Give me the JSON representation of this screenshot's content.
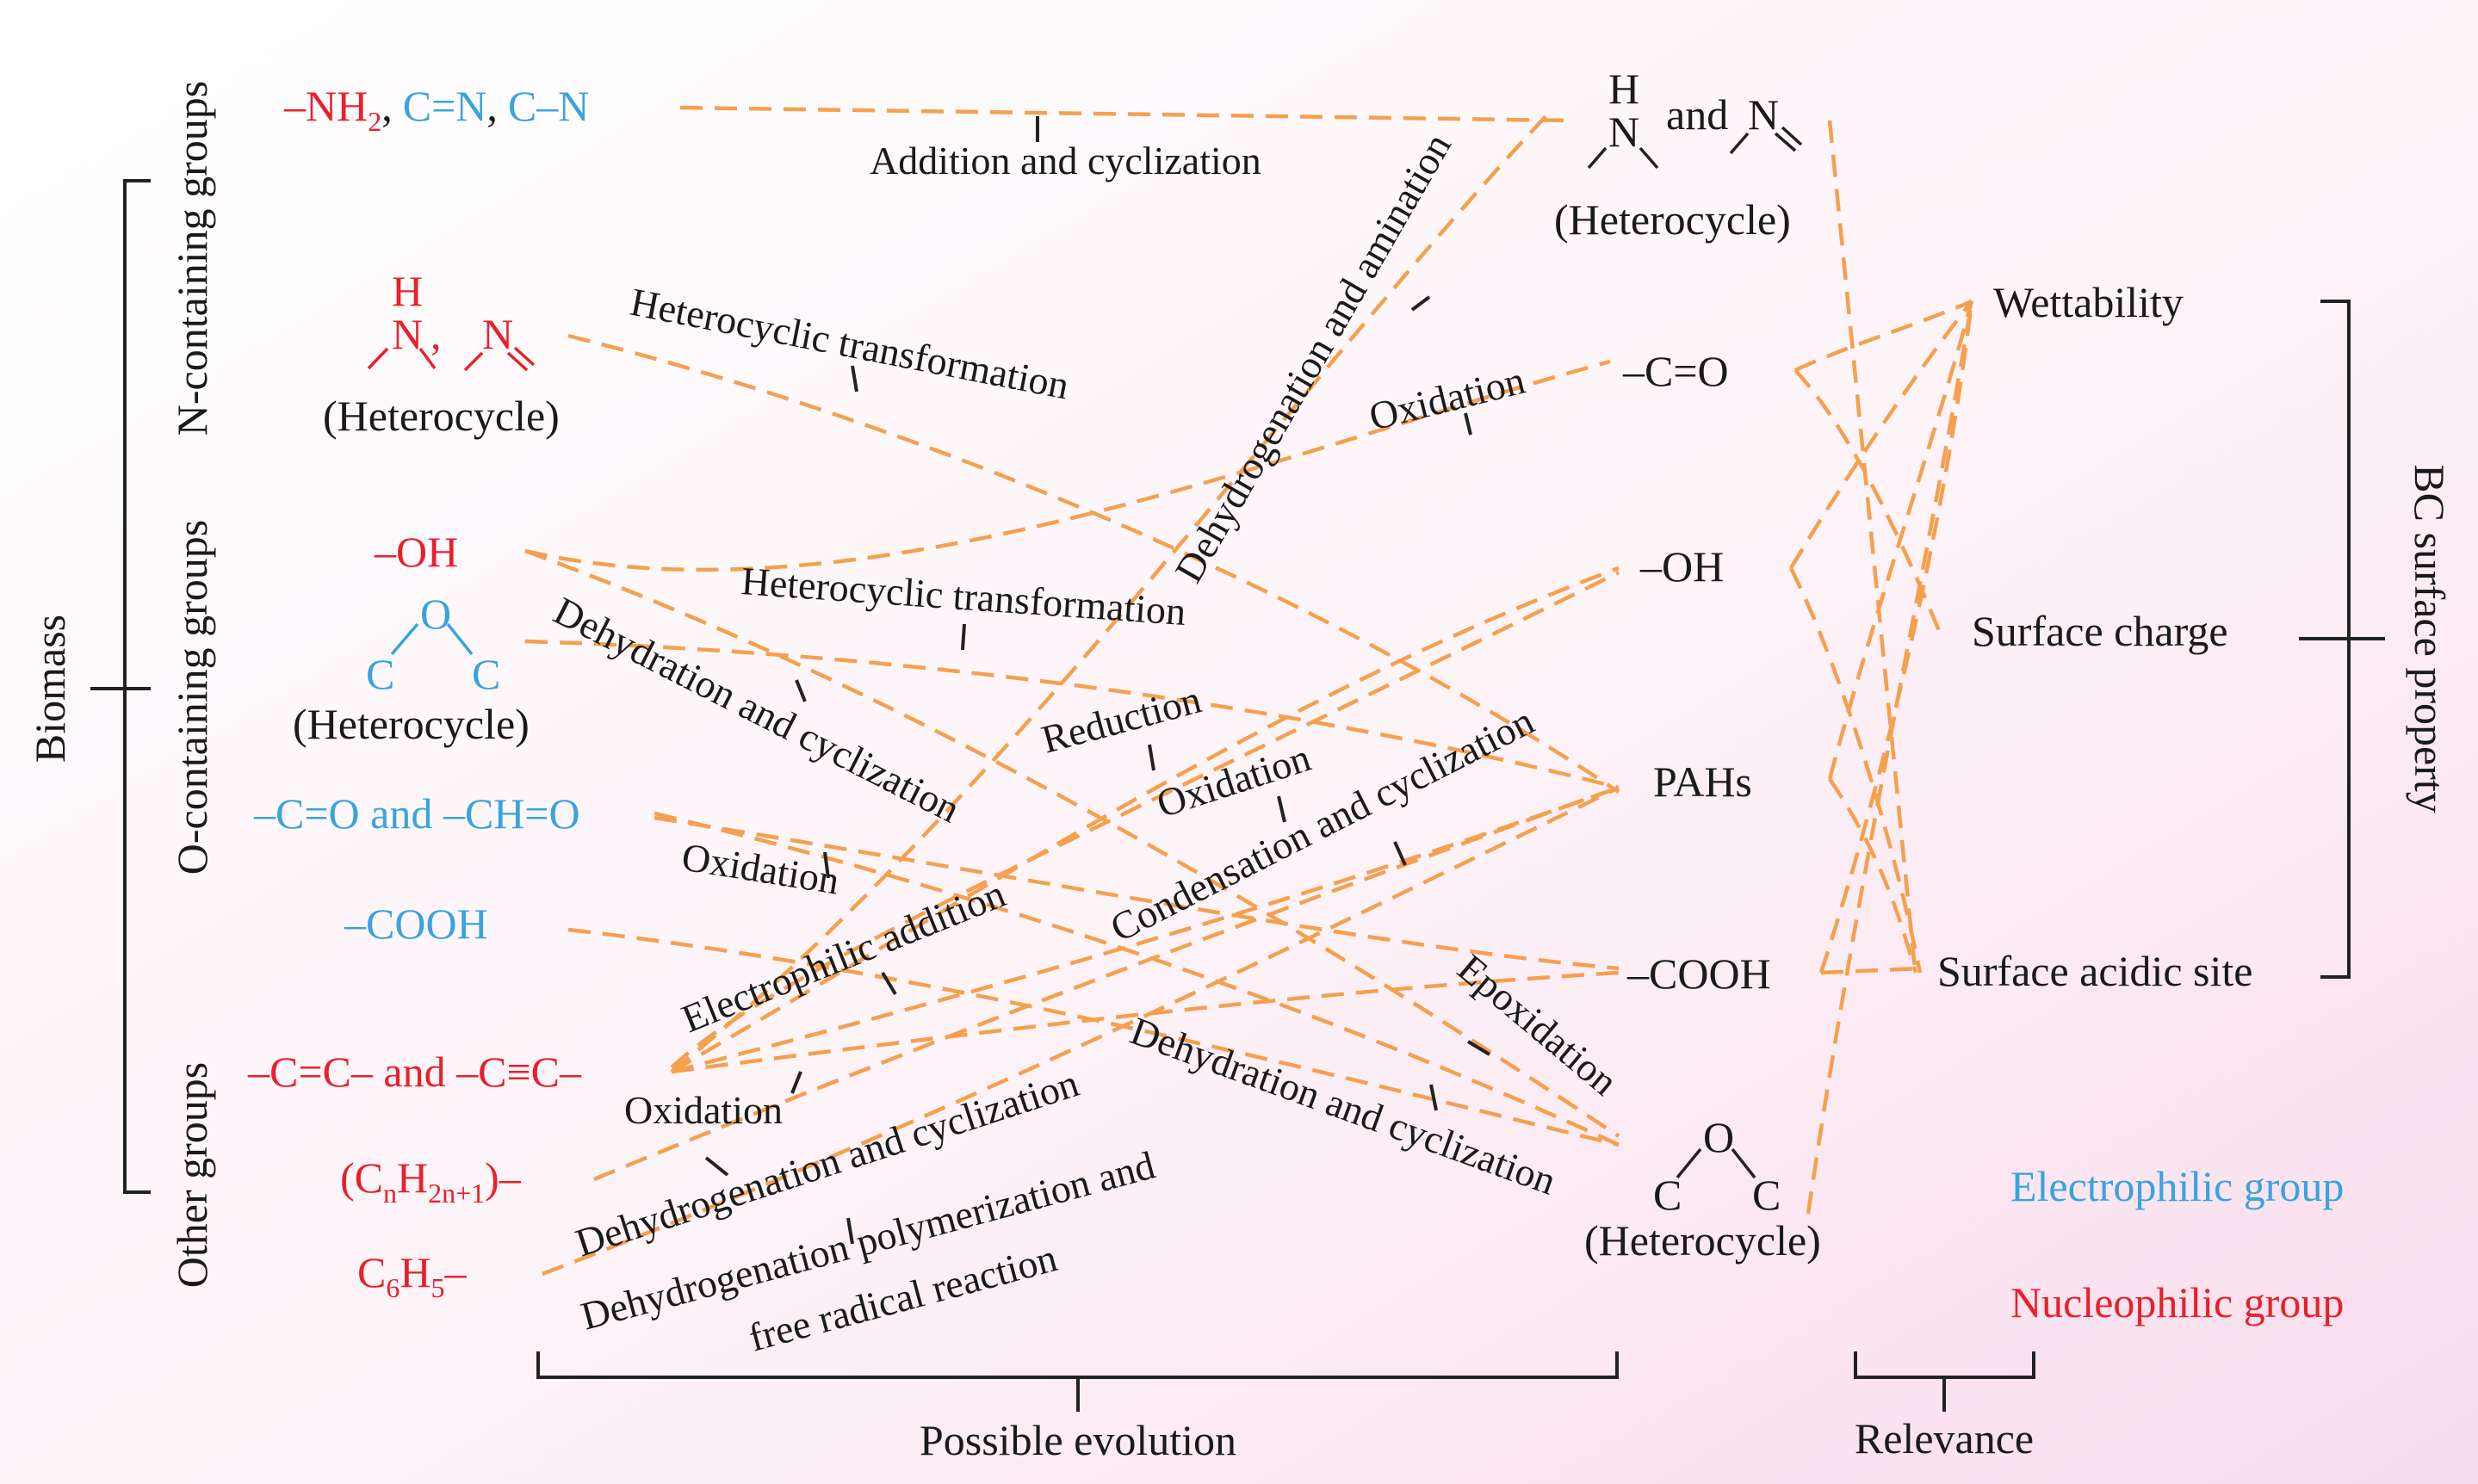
{
  "labels": {
    "biomass": "Biomass",
    "n_groups": "N-containing groups",
    "o_groups": "O-containing groups",
    "other_groups": "Other groups",
    "bc_surface": "BC surface property",
    "possible_evolution": "Possible evolution",
    "relevance": "Relevance"
  },
  "left_groups": {
    "nh2": "–NH",
    "nh2_sub": "2",
    "cn_double": "C=N",
    "cn_single": "C–N",
    "comma": ",",
    "n_heterocycle": "(Heterocycle)",
    "oh": "–OH",
    "o_heterocycle": "(Heterocycle)",
    "co_cho": "–C=O and –CH=O",
    "cooh": "–COOH",
    "alkene_alkyne": "–C=C– and –C≡C–",
    "alkyl": "(C",
    "alkyl_n": "n",
    "alkyl_h": "H",
    "alkyl_2n1": "2n+1",
    "alkyl_end": ")–",
    "phenyl": "C",
    "phenyl_6": "6",
    "phenyl_h": "H",
    "phenyl_5": "5",
    "phenyl_end": "–"
  },
  "atoms": {
    "h": "H",
    "n": "N",
    "o": "O",
    "c": "C"
  },
  "products": {
    "n_hetero_and": "and",
    "n_hetero": "(Heterocycle)",
    "co": "–C=O",
    "oh": "–OH",
    "pahs": "PAHs",
    "cooh": "–COOH",
    "o_hetero": "(Heterocycle)"
  },
  "properties": {
    "wettability": "Wettability",
    "surface_charge": "Surface charge",
    "surface_acidic": "Surface acidic site"
  },
  "legend": {
    "electrophilic": "Electrophilic group",
    "nucleophilic": "Nucleophilic group"
  },
  "reactions": {
    "addition_cyclization": "Addition and cyclization",
    "heterocyclic_1": "Heterocyclic transformation",
    "dehydrogenation_amination": "Dehydrogenation and amination",
    "oxidation_1": "Oxidation",
    "heterocyclic_2": "Heterocyclic transformation",
    "dehydration_cyclization_1": "Dehydration and cyclization",
    "reduction": "Reduction",
    "oxidation_2": "Oxidation",
    "condensation_cyclization": "Condensation and cyclization",
    "oxidation_3": "Oxidation",
    "electrophilic_addition": "Electrophilic addition",
    "epoxidation": "Epoxidation",
    "oxidation_4": "Oxidation",
    "dehydration_cyclization_2": "Dehydration and cyclization",
    "dehydrogenation_cyclization": "Dehydrogenation and cyclization",
    "polymerization_1": "Dehydrogenation polymerization and",
    "polymerization_2": "free radical reaction"
  },
  "colors": {
    "nucleophilic": "#e8202a",
    "electrophilic": "#3aa3dd",
    "connector": "#f5a04f",
    "background_tint": "#fbe7f2"
  }
}
